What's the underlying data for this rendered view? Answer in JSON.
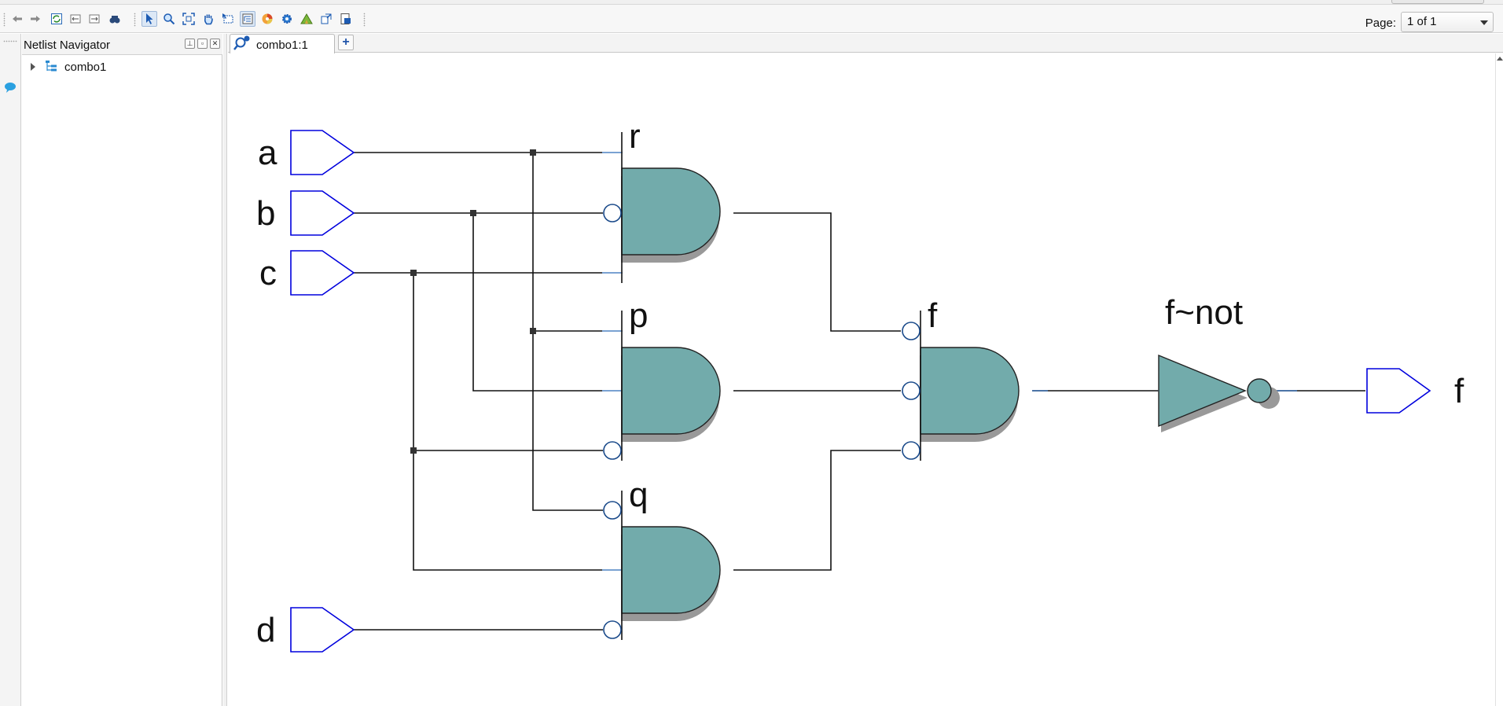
{
  "toolbar": {
    "page_label": "Page:",
    "page_value": "1 of 1",
    "tools": [
      "back-icon",
      "forward-icon",
      "refresh-icon",
      "collapse-icon",
      "expand-icon",
      "find-icon",
      "select-pointer-icon",
      "zoom-icon",
      "fit-icon",
      "pan-hand-icon",
      "region-select-icon",
      "hierarchy-icon",
      "color-wheel-icon",
      "settings-gear-icon",
      "filter-icon",
      "export-icon",
      "page-setup-icon"
    ]
  },
  "navigator": {
    "title": "Netlist Navigator",
    "tree": [
      {
        "label": "combo1",
        "expanded": false
      }
    ]
  },
  "tabs": {
    "active_label": "combo1:1",
    "add_label": "+"
  },
  "schematic": {
    "inputs": [
      "a",
      "b",
      "c",
      "d"
    ],
    "gates": {
      "r": "r",
      "p": "p",
      "q": "q",
      "f": "f",
      "not": "f~not"
    },
    "output": "f",
    "colors": {
      "gate_fill": "#72abab",
      "port_stroke": "#0000dd",
      "wire": "#111111",
      "shadow": "#999999"
    }
  }
}
